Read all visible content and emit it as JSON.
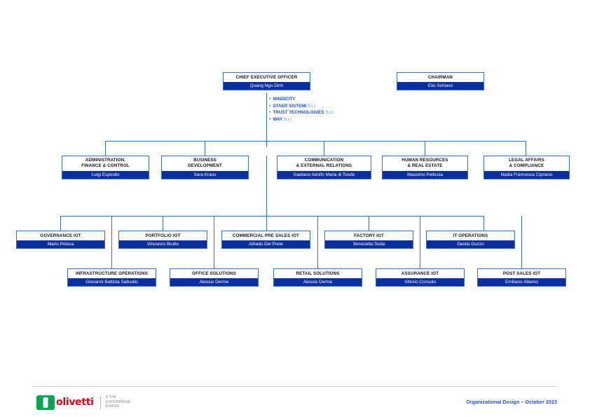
{
  "document": {
    "title": "Organizational Design - October 2023"
  },
  "colors": {
    "line": "#2f6fd0",
    "node_header_bg": "#ffffff",
    "node_person_bg": "#0b2f9f",
    "node_person_text": "#ffffff",
    "accent_blue": "#1b4fd8",
    "logo_green": "#00a650",
    "logo_red": "#e2001a",
    "rule_gray": "#cccccc"
  },
  "top": {
    "ceo": {
      "title": "CHIEF EXECUTIVE OFFICER",
      "person": "Quang Ngo Dinh"
    },
    "chairman": {
      "title": "CHAIRMAN",
      "person": "Elio Schiavo"
    }
  },
  "subsidiaries": [
    {
      "name": "MINDICITY",
      "suffix": ""
    },
    {
      "name": "STAER SISTEMI",
      "suffix": "S.r.l"
    },
    {
      "name": "TRUST TECHNOLOGIES",
      "suffix": "S.r.l."
    },
    {
      "name": "WAY",
      "suffix": "S.r.l."
    }
  ],
  "subsidiaries_trailing_dot": ".",
  "row_functions": [
    {
      "title": "ADMINISTRATION,\nFINANCE & CONTROL",
      "person": "Luigi Esposito"
    },
    {
      "title": "BUSINESS\nDEVELOPMENT",
      "person": "Sara Kraus"
    },
    {
      "title": "COMMUNICATION\n& EXTERNAL RELATIONS",
      "person": "Gaetano Adolfo Maria di Tondo"
    },
    {
      "title": "HUMAN RESOURCES\n& REAL ESTATE",
      "person": "Massimo Pelliccia"
    },
    {
      "title": "LEGAL AFFAIRS\n& COMPLIANCE",
      "person": "Nadia Francesca Cipriano"
    }
  ],
  "row_iot_upper": [
    {
      "title": "GOVERNANCE IOT",
      "person": "Mario Polosa"
    },
    {
      "title": "PORTFOLIO IOT",
      "person": "Vincenzo Brutto"
    },
    {
      "title": "COMMERCIAL PRE SALES IOT",
      "person": "Alfredo Del Prete"
    },
    {
      "title": "FACTORY IOT",
      "person": "Simonetta Soda"
    },
    {
      "title": "IT OPERATIONS",
      "person": "Danila Gozzo"
    }
  ],
  "row_iot_lower": [
    {
      "title": "INFRASTRUCTURE OPERATIONS",
      "person": "Giovanni Battista Sallustio"
    },
    {
      "title": "OFFICE SOLUTIONS",
      "person": "Alessio Derme"
    },
    {
      "title": "RETAIL SOLUTIONS",
      "person": "Alessio Derme"
    },
    {
      "title": "ASSURANCE IOT",
      "person": "Vittorio Consolo"
    },
    {
      "title": "POST SALES IOT",
      "person": "Emiliano Alberici"
    }
  ],
  "footer": {
    "logo_wordmark": "olivetti",
    "logo_tagline": "A TIM\nENTERPRISE\nBRAND",
    "note": "Organizational Design – October 2023"
  }
}
